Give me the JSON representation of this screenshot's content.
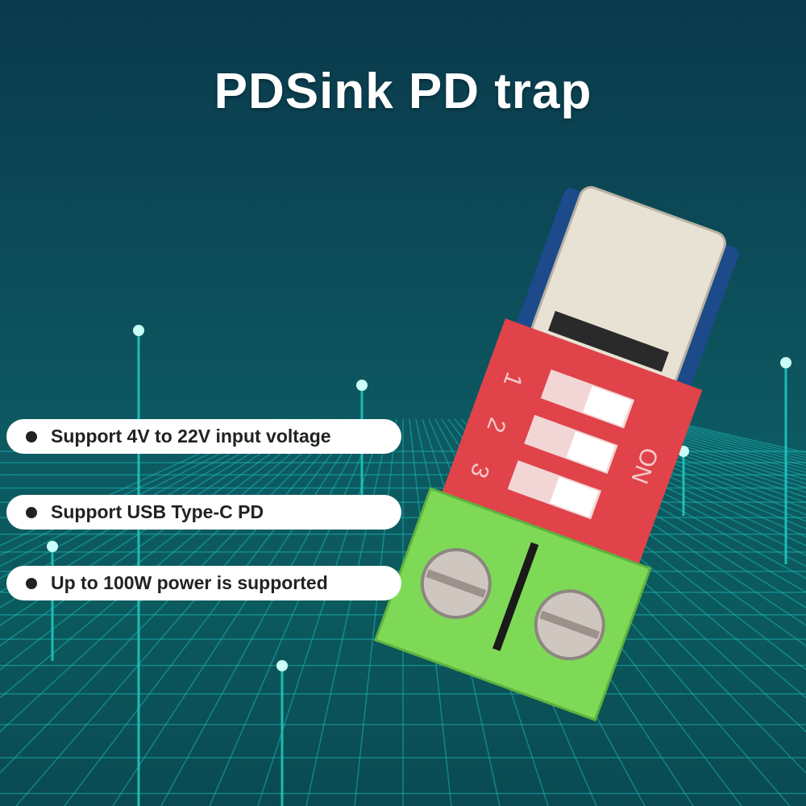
{
  "title": "PDSink PD trap",
  "features": [
    {
      "text": "Support 4V to 22V input voltage"
    },
    {
      "text": "Support USB Type-C PD"
    },
    {
      "text": "Up to 100W power is supported"
    }
  ],
  "product": {
    "dip_switch_numbers": [
      "1",
      "2",
      "3"
    ],
    "dip_switch_label": "ON"
  },
  "colors": {
    "background": "#0c4a58",
    "grid": "#1fc7c0",
    "pill": "#ffffff",
    "dip": "#e0434a",
    "terminal": "#7ed957",
    "pcb": "#1d4a8a"
  }
}
